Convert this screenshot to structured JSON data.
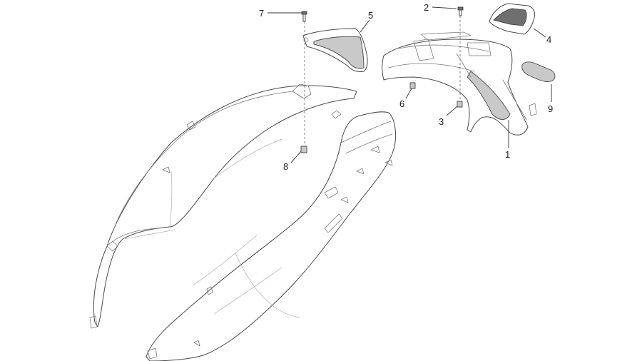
{
  "callouts": {
    "c1": "1",
    "c2": "2",
    "c3": "3",
    "c4": "4",
    "c5": "5",
    "c6": "6",
    "c7": "7",
    "c8": "8",
    "c9": "9"
  },
  "colors": {
    "line": "#4a4a4a",
    "background": "#ffffff"
  }
}
